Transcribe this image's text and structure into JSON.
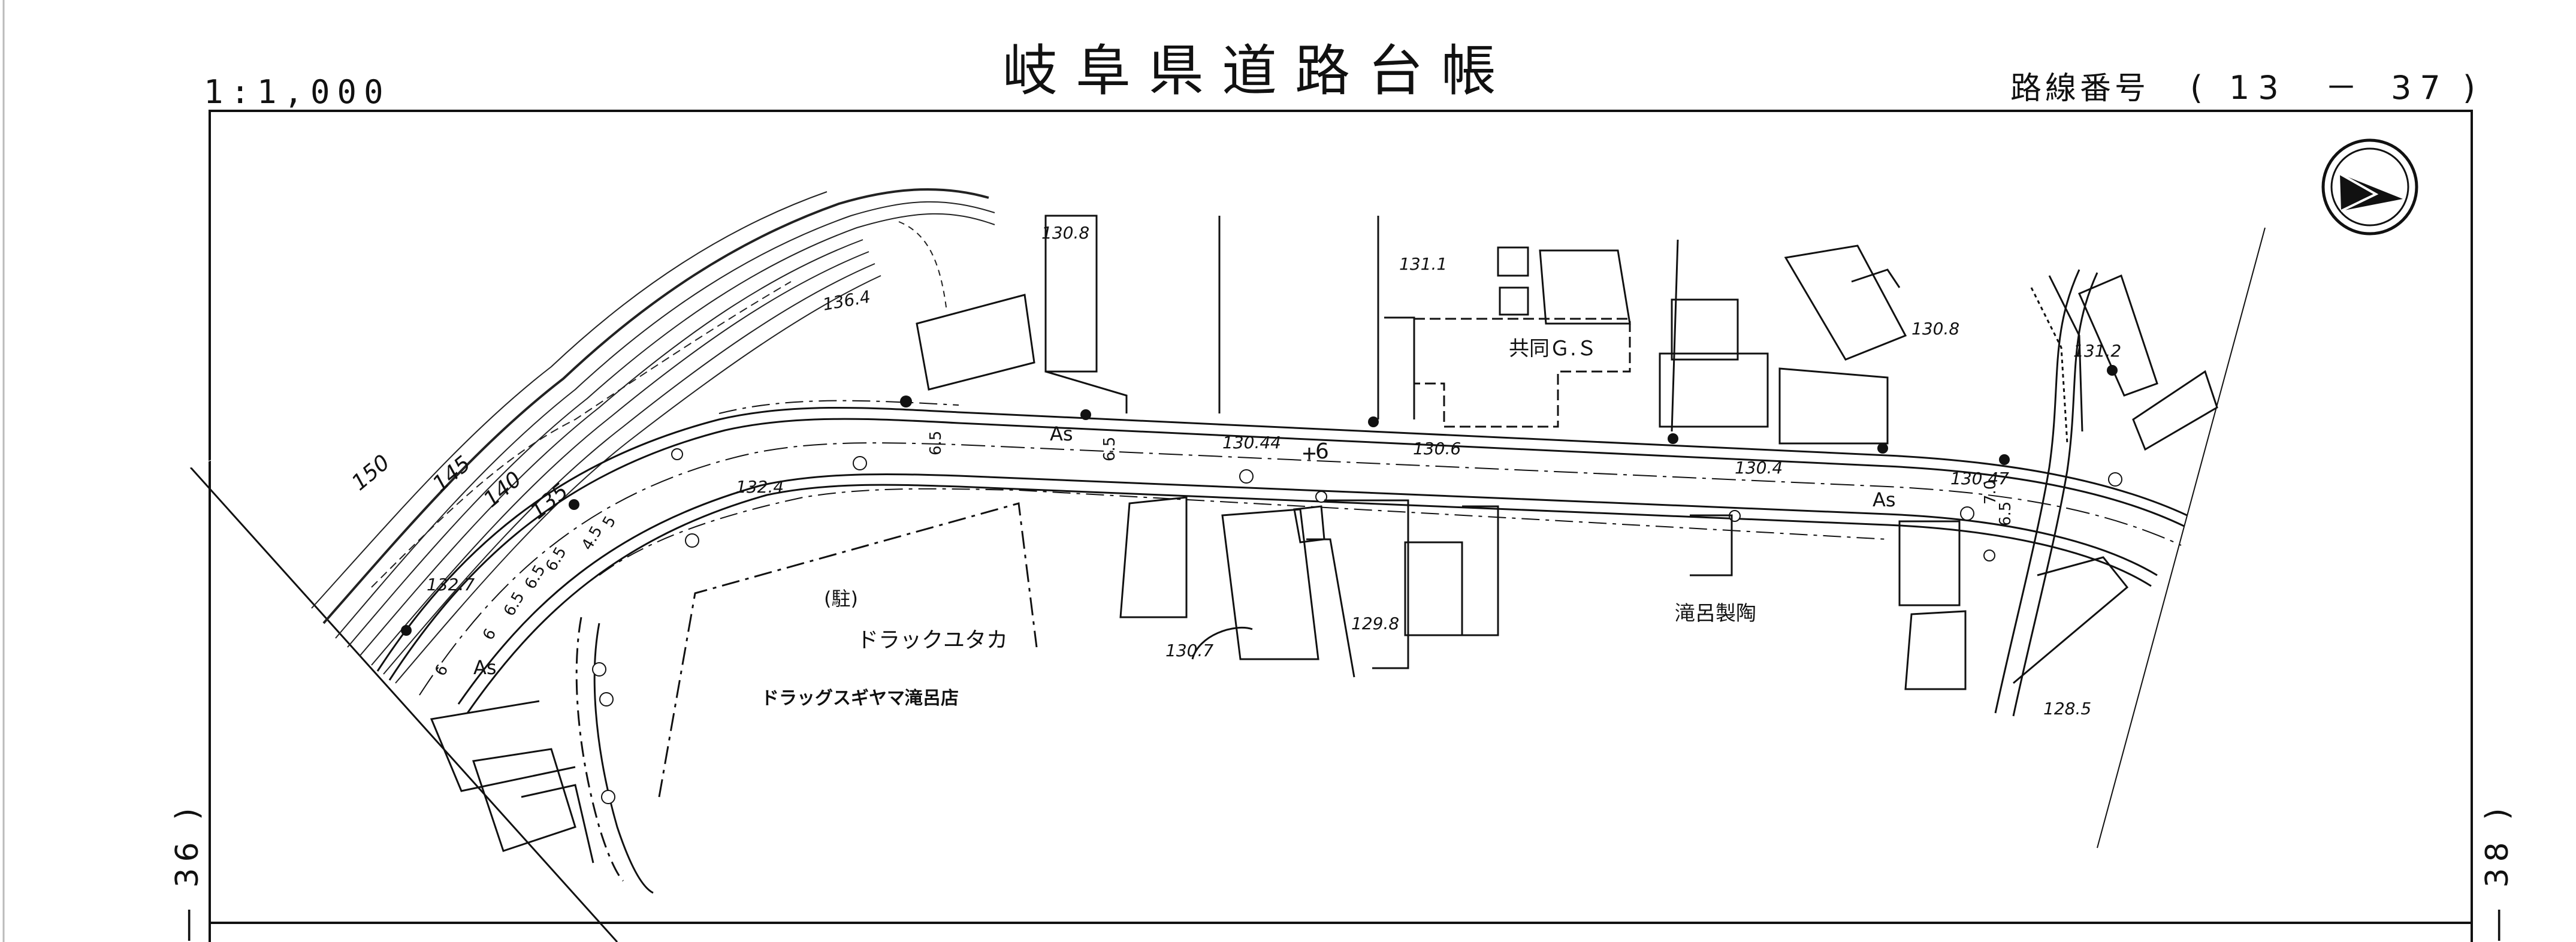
{
  "header": {
    "title": "岐阜県道路台帳",
    "scale": "1:1,000",
    "route_prefix": "路線番号",
    "route_open": "(",
    "route_a": "13",
    "route_dash": "－",
    "route_b": "37",
    "route_close": ")"
  },
  "neighbors": {
    "left": "― 36 )",
    "right": "― 38 )"
  },
  "north_arrow": {
    "icon": "north-arrow-icon"
  },
  "places": {
    "gas_station": "共同Ｇ.Ｓ",
    "parking": "(駐)",
    "drugstore_label": "ドラックユタカ",
    "drugstore_bold": "ドラッグスギヤマ滝呂店",
    "factory": "滝呂製陶"
  },
  "road": {
    "surface_left": "As",
    "surface_mid": "As",
    "surface_right": "As",
    "number": "6"
  },
  "widths": {
    "w1": "6.5",
    "w2": "6.5",
    "w3": "6.5",
    "w4": "6.5",
    "w5": "6.5",
    "w6": "4.5",
    "w7": "5",
    "w8": "7.0",
    "w9": "6.5",
    "w10": "6",
    "w11": "6"
  },
  "elevations": {
    "e1": "130.8",
    "e2": "136.4",
    "e3": "131.1",
    "e4": "130.8",
    "e5": "131.2",
    "e6": "130.44",
    "e7": "130.6",
    "e8": "130.4",
    "e9": "130.47",
    "e10": "132.4",
    "e11": "132.7",
    "e12": "129.8",
    "e13": "130.7",
    "e14": "128.5"
  },
  "contours": {
    "c150": "150",
    "c145": "145",
    "c140": "140",
    "c135": "135"
  }
}
